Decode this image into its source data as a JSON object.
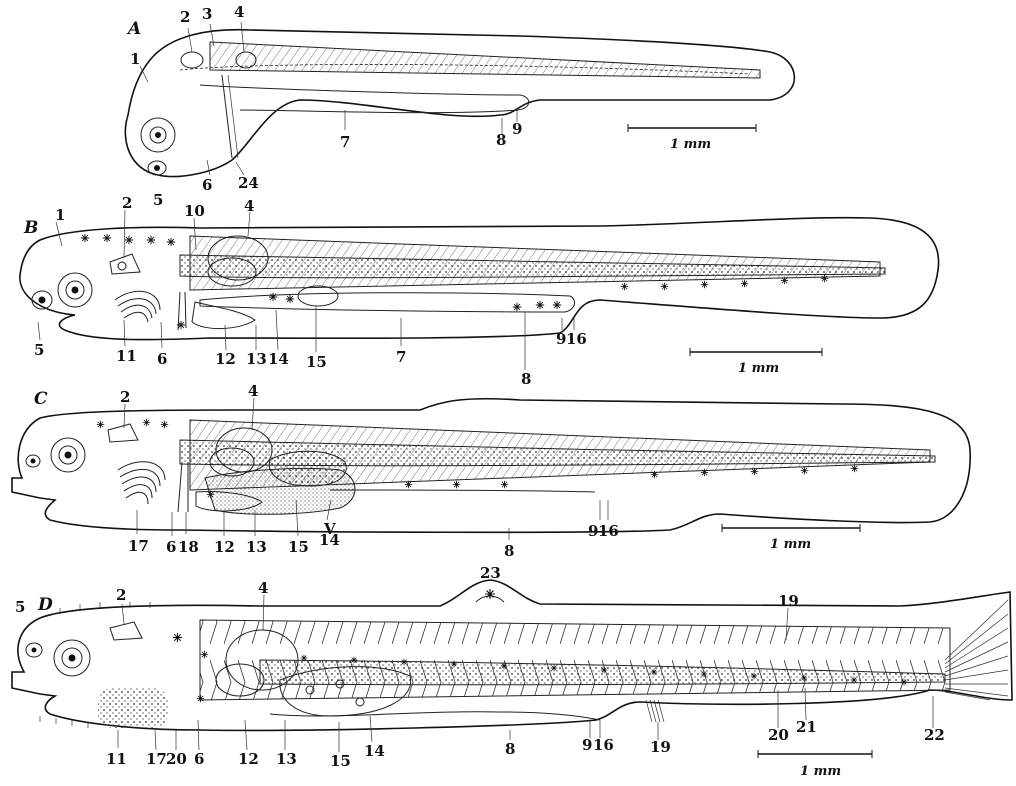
{
  "panels": [
    {
      "letter": "A",
      "scale_label": "1 mm",
      "labels": [
        "1",
        "2",
        "3",
        "4",
        "5",
        "6",
        "7",
        "8",
        "9",
        "24"
      ]
    },
    {
      "letter": "B",
      "scale_label": "1 mm",
      "labels": [
        "1",
        "2",
        "10",
        "4",
        "5",
        "11",
        "6",
        "12",
        "13",
        "14",
        "15",
        "7",
        "8",
        "9",
        "16"
      ]
    },
    {
      "letter": "C",
      "scale_label": "1 mm",
      "labels": [
        "2",
        "4",
        "17",
        "6",
        "18",
        "12",
        "13",
        "15",
        "14",
        "8",
        "9",
        "16"
      ]
    },
    {
      "letter": "D",
      "scale_label": "1 mm",
      "labels": [
        "5",
        "2",
        "4",
        "23",
        "19",
        "11",
        "17",
        "20",
        "6",
        "12",
        "13",
        "15",
        "14",
        "8",
        "9",
        "16",
        "19",
        "20",
        "21",
        "22"
      ]
    }
  ]
}
